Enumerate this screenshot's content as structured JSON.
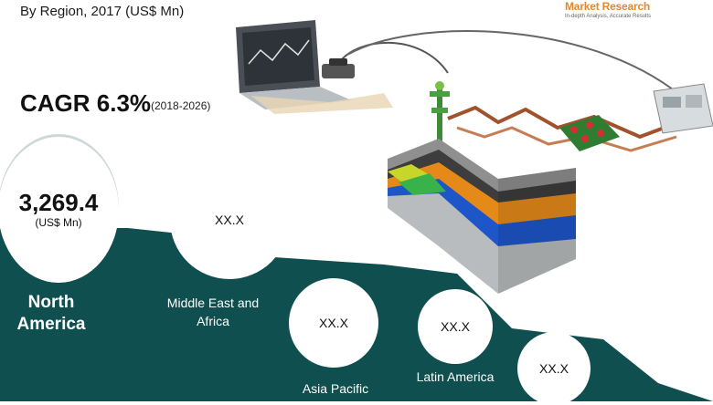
{
  "header": {
    "subtitle": "By Region, 2017 (US$ Mn)",
    "brand_name": "Market Research",
    "brand_tagline": "In-depth Analysis, Accurate Results"
  },
  "cagr": {
    "label": "CAGR 6.3%",
    "period": "(2018-2026)"
  },
  "regions": [
    {
      "name": "North America",
      "value": "3,269.4",
      "unit": "(US$ Mn)"
    },
    {
      "name": "Middle East and Africa",
      "value": "XX.X"
    },
    {
      "name": "Asia Pacific",
      "value": "XX.X"
    },
    {
      "name": "Latin America",
      "value": "XX.X"
    },
    {
      "name": "",
      "value": "XX.X"
    }
  ],
  "colors": {
    "band": "#0f4f4f",
    "accent": "#e8872a"
  },
  "illustration": "oil-well-monitoring-icon"
}
